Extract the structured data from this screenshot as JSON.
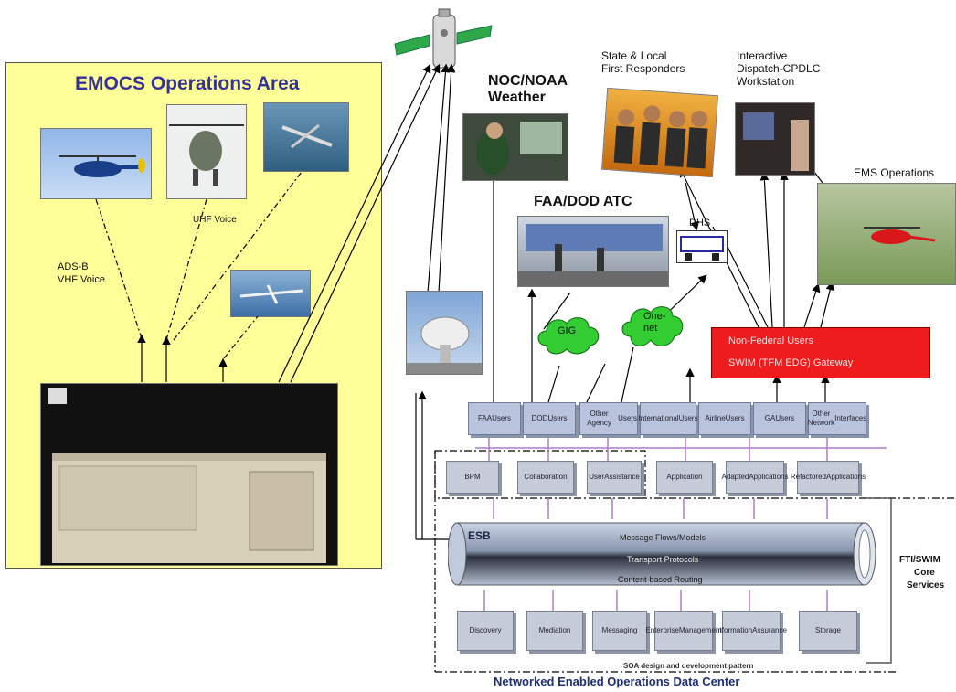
{
  "emocs": {
    "title": "EMOCS Operations Area",
    "uhf_label": "UHF Voice",
    "ads_label_1": "ADS-B",
    "ads_label_2": "VHF Voice"
  },
  "noc": {
    "line1": "NOC/NOAA",
    "line2": "Weather"
  },
  "faa_atc": "FAA/DOD ATC",
  "responders": {
    "line1": "State & Local",
    "line2": "First Responders"
  },
  "dispatch": {
    "line1": "Interactive",
    "line2": "Dispatch-CPDLC",
    "line3": "Workstation"
  },
  "ems": "EMS Operations",
  "dhs": "DHS",
  "clouds": {
    "gig": "GIG",
    "one_net_1": "One-",
    "one_net_2": "net"
  },
  "gateway": {
    "line1": "Non-Federal Users",
    "line2": "SWIM (TFM EDG) Gateway"
  },
  "users": [
    {
      "l1": "FAA",
      "l2": "Users"
    },
    {
      "l1": "DOD",
      "l2": "Users"
    },
    {
      "l1": "Other Agency",
      "l2": "Users"
    },
    {
      "l1": "International",
      "l2": "Users"
    },
    {
      "l1": "Airline",
      "l2": "Users"
    },
    {
      "l1": "GA",
      "l2": "Users"
    },
    {
      "l1": "Other Network",
      "l2": "Interfaces"
    }
  ],
  "apps": {
    "bpm": "BPM",
    "collab": "Collaboration",
    "assist_1": "User",
    "assist_2": "Assistance",
    "application": "Application",
    "adapted_1": "Adapted",
    "adapted_2": "Applications",
    "refactored_1": "Refactored",
    "refactored_2": "Applications"
  },
  "esb": {
    "label": "ESB",
    "flows": "Message Flows/Models",
    "transport": "Transport Protocols",
    "routing": "Content-based Routing"
  },
  "fti": {
    "line1": "FTI/SWIM",
    "line2": "Core",
    "line3": "Services"
  },
  "services": {
    "discovery": "Discovery",
    "mediation": "Mediation",
    "messaging": "Messaging",
    "enterprise_1": "Enterprise",
    "enterprise_2": "Management",
    "info_1": "Information",
    "info_2": "Assurance",
    "storage": "Storage"
  },
  "soa": "SOA design and development pattern",
  "caption": "Networked Enabled Operations Data Center",
  "colors": {
    "panel": "#ffff99",
    "title": "#333399",
    "gateway": "#ee1c1c",
    "caption": "#1f2f7a",
    "cloud": "#33cc33"
  }
}
